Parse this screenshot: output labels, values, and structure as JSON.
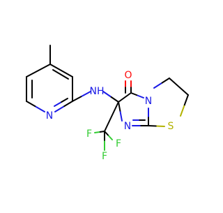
{
  "molecule": {
    "atom_labels": {
      "amine": "NH",
      "pyridine_n": "N",
      "carbonyl_o": "O",
      "ring_n_bridge": "N",
      "imine_n": "N",
      "sulfur": "S",
      "f_left": "F",
      "f_right": "F",
      "f_bottom": "F"
    },
    "colors": {
      "bond": "#000000",
      "nitrogen": "#1a1ae6",
      "oxygen": "#ff0d0d",
      "sulfur": "#b2b200",
      "fluorine": "#33cc33",
      "background": "#ffffff"
    }
  }
}
